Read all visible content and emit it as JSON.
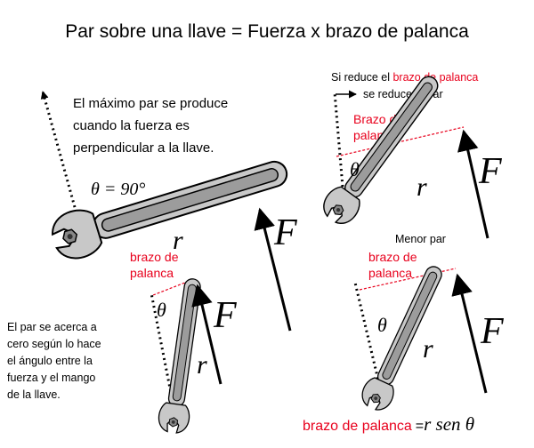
{
  "title": "Par sobre una llave = Fuerza x brazo de palanca",
  "main_panel": {
    "description_lines": [
      "El máximo par se produce",
      "cuando la fuerza es",
      "perpendicular a la llave."
    ],
    "angle_label": "θ = 90°",
    "r_label": "r",
    "f_label": "F"
  },
  "top_right_panel": {
    "note_prefix": "Si reduce  el ",
    "note_highlight": "brazo de palanca",
    "note_second_line": "se reduce el par",
    "lever_label_lines": [
      "Brazo de",
      "palanca"
    ],
    "theta_label": "θ",
    "r_label": "r",
    "f_label": "F"
  },
  "bottom_left_panel": {
    "lever_label_lines": [
      "brazo de",
      "palanca"
    ],
    "theta_label": "θ",
    "r_label": "r",
    "f_label": "F",
    "description_lines": [
      "El par se acerca a",
      "cero según lo hace",
      "el ángulo entre la",
      "fuerza y el mango",
      "de la llave."
    ]
  },
  "bottom_right_panel": {
    "heading": "Menor par",
    "lever_label_lines": [
      "brazo de",
      "palanca"
    ],
    "theta_label": "θ",
    "r_label": "r",
    "f_label": "F"
  },
  "formula": {
    "label": "brazo de palanca",
    "equals": "=",
    "expression": "r sen θ"
  },
  "colors": {
    "accent_red": "#e8001c",
    "wrench_fill": "#c8c8c8",
    "wrench_stroke": "#000000"
  }
}
